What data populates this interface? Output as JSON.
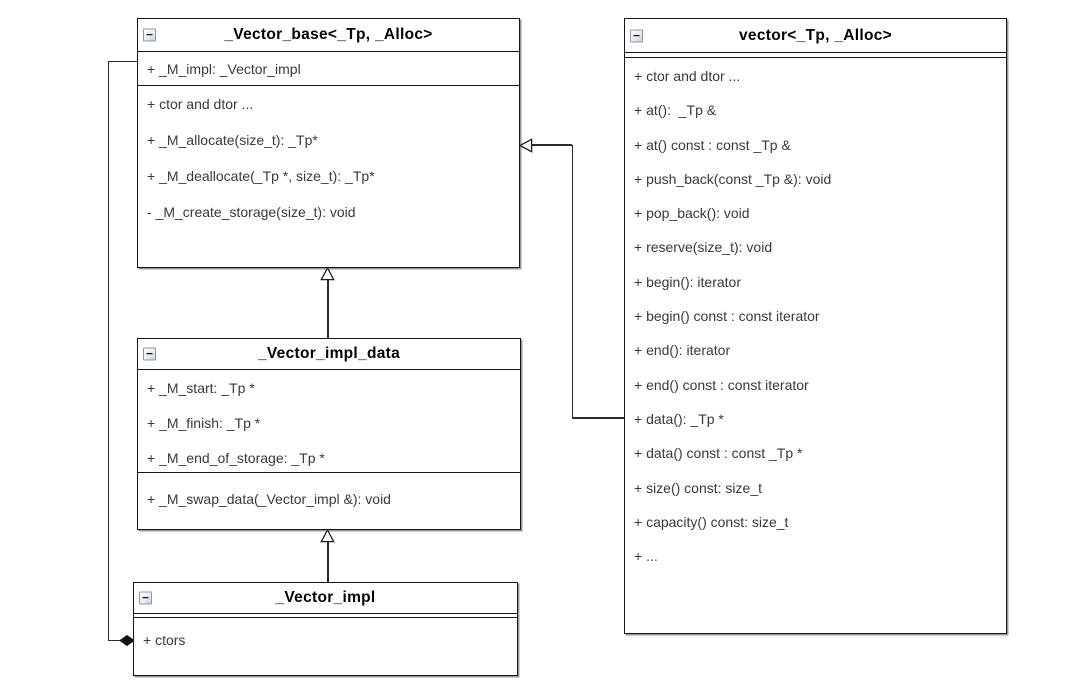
{
  "icons": {
    "collapse": "−"
  },
  "classes": {
    "vector_base": {
      "title": "_Vector_base<_Tp, _Alloc>",
      "attributes": [
        "+ _M_impl: _Vector_impl"
      ],
      "methods": [
        "+ ctor and dtor ...",
        "+ _M_allocate(size_t): _Tp*",
        "+ _M_deallocate(_Tp *, size_t): _Tp*",
        "- _M_create_storage(size_t): void"
      ]
    },
    "vector": {
      "title": "vector<_Tp, _Alloc>",
      "attributes": [],
      "methods": [
        "+ ctor and dtor ...",
        "+ at():  _Tp &",
        "+ at() const : const _Tp &",
        "+ push_back(const _Tp &): void",
        "+ pop_back(): void",
        "+ reserve(size_t): void",
        "+ begin(): iterator",
        "+ begin() const : const iterator",
        "+ end(): iterator",
        "+ end() const : const iterator",
        "+ data(): _Tp *",
        "+ data() const : const _Tp *",
        "+ size() const: size_t",
        "+ capacity() const: size_t",
        "+ ..."
      ]
    },
    "vector_impl_data": {
      "title": "_Vector_impl_data",
      "attributes": [
        "+ _M_start: _Tp *",
        "+ _M_finish: _Tp *",
        "+ _M_end_of_storage: _Tp *"
      ],
      "methods": [
        "+ _M_swap_data(_Vector_impl &): void"
      ]
    },
    "vector_impl": {
      "title": "_Vector_impl",
      "attributes": [],
      "methods": [
        "+ ctors"
      ]
    }
  },
  "relationships": [
    {
      "type": "inheritance",
      "from": "_Vector_impl_data",
      "to": "_Vector_base<_Tp, _Alloc>"
    },
    {
      "type": "inheritance",
      "from": "_Vector_impl",
      "to": "_Vector_impl_data"
    },
    {
      "type": "inheritance",
      "from": "vector<_Tp, _Alloc>",
      "to": "_Vector_base<_Tp, _Alloc>"
    },
    {
      "type": "composition",
      "from": "_Vector_base<_Tp, _Alloc>::_M_impl",
      "to": "_Vector_impl"
    }
  ]
}
